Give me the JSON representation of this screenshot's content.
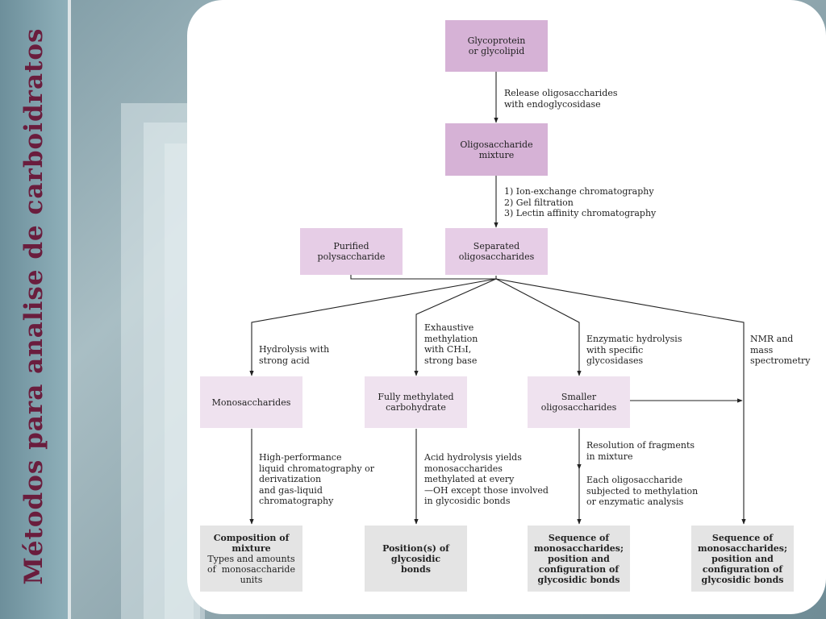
{
  "slide": {
    "vertical_title": "Métodos para analise de carboidratos"
  },
  "diagram": {
    "boxes": {
      "glycoprotein": "Glycoprotein\nor glycolipid",
      "oligo_mixture": "Oligosaccharide\nmixture",
      "purified_poly": "Purified\npolysaccharide",
      "separated": "Separated\noligosaccharides",
      "monosaccharides": "Monosaccharides",
      "fully_methylated": "Fully methylated\ncarbohydrate",
      "smaller_oligo": "Smaller\noligosaccharides",
      "composition_title": "Composition of\nmixture",
      "composition_sub": "Types and amounts\nof  monosaccharide\nunits",
      "positions": "Position(s) of\nglycosidic\nbonds",
      "sequence1": "Sequence of\nmonosaccharides;\nposition and\nconfiguration of\nglycosidic bonds",
      "sequence2": "Sequence of\nmonosaccharides;\nposition and\nconfiguration of\nglycosidic bonds"
    },
    "labels": {
      "release": "Release oligosaccharides\nwith endoglycosidase",
      "separation": "1) Ion-exchange chromatography\n2) Gel filtration\n3) Lectin affinity chromatography",
      "hydrolysis": "Hydrolysis with\nstrong acid",
      "methylation": "Exhaustive\nmethylation\nwith CH₃I,\nstrong base",
      "enzymatic": "Enzymatic hydrolysis\nwith specific\nglycosidases",
      "nmr": "NMR and\nmass\nspectrometry",
      "hplc": "High-performance\nliquid chromatography or\nderivatization\nand gas-liquid\nchromatography",
      "acid_hydrolysis": "Acid hydrolysis yields\nmonosaccharides\nmethylated at every\n—OH except those involved\nin glycosidic bonds",
      "resolution": "Resolution of fragments\nin mixture",
      "each_oligo": "Each oligosaccharide\nsubjected to methylation\nor enzymatic analysis"
    }
  }
}
